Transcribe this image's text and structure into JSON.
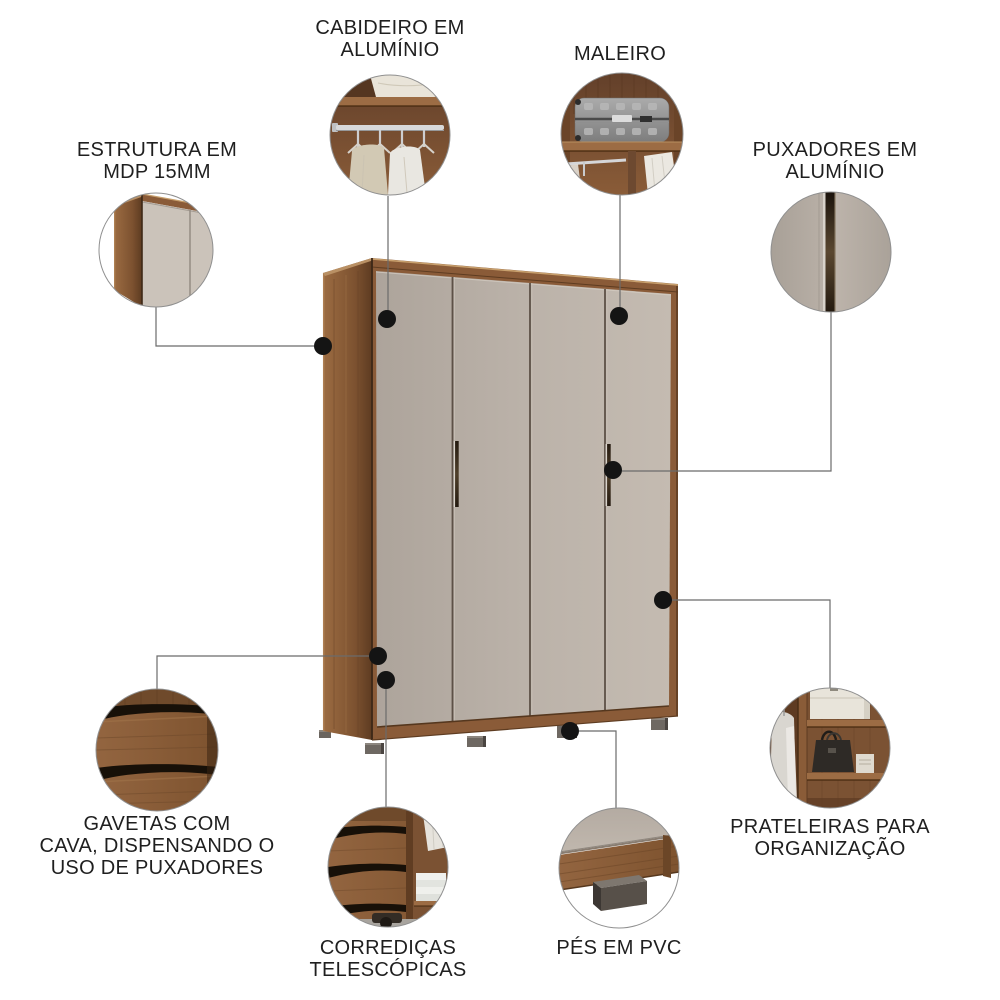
{
  "title": "Wardrobe features infographic",
  "colors": {
    "background": "#ffffff",
    "label_text": "#1f1f1f",
    "connector_line": "#6b6b6b",
    "marker_dot": "#141414",
    "wood": "#8a5b38",
    "wood_dark": "#5f3c22",
    "wood_light": "#a87a4c",
    "door": "#b7aea5",
    "door_light": "#c6bdb3",
    "handle_aluminum": "#3a2d1f",
    "foot_pvc": "#6e6963",
    "circle_border": "#8f8f8f"
  },
  "product": {
    "type": "4-door wardrobe",
    "doors": "4",
    "body_finish": "wood (MDP)",
    "door_finish": "taupe gray"
  },
  "callouts": [
    {
      "id": "cabideiro",
      "lines": [
        "CABIDEIRO EM",
        "ALUMÍNIO"
      ],
      "image_name": "closet-aluminum-hanging-rail-photo"
    },
    {
      "id": "maleiro",
      "lines": [
        "MALEIRO"
      ],
      "image_name": "top-shelf-suitcase-photo"
    },
    {
      "id": "estrutura",
      "lines": [
        "ESTRUTURA EM",
        "MDP 15MM"
      ],
      "image_name": "wardrobe-corner-structure-photo"
    },
    {
      "id": "puxadores",
      "lines": [
        "PUXADORES EM",
        "ALUMÍNIO"
      ],
      "image_name": "aluminum-door-handle-photo"
    },
    {
      "id": "gavetas",
      "lines": [
        "GAVETAS COM",
        "CAVA, DISPENSANDO O",
        "USO DE PUXADORES"
      ],
      "image_name": "recessed-grip-drawers-photo"
    },
    {
      "id": "prateleiras",
      "lines": [
        "PRATELEIRAS PARA",
        "ORGANIZAÇÃO"
      ],
      "image_name": "organizer-shelves-photo"
    },
    {
      "id": "corredicas",
      "lines": [
        "CORREDIÇAS",
        "TELESCÓPICAS"
      ],
      "image_name": "telescopic-drawer-slides-photo"
    },
    {
      "id": "pes",
      "lines": [
        "PÉS EM PVC"
      ],
      "image_name": "pvc-foot-photo"
    }
  ]
}
